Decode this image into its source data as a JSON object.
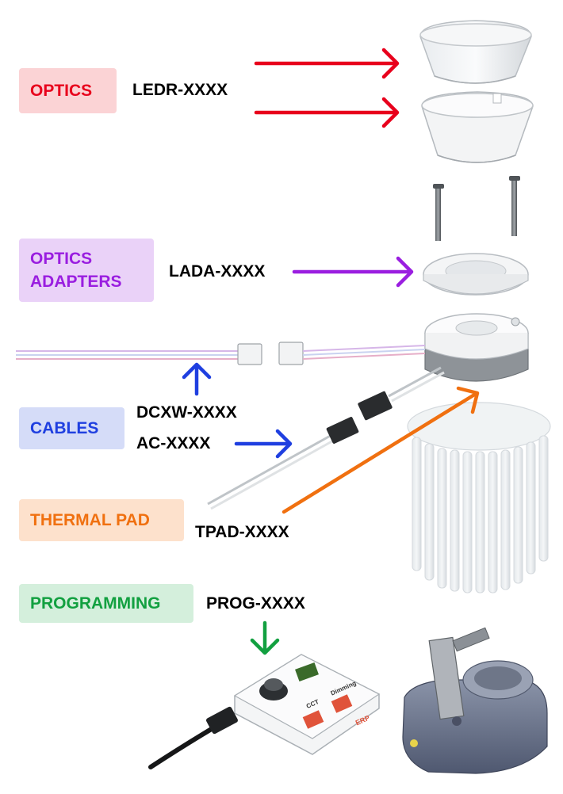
{
  "categories": [
    {
      "id": "optics",
      "label": "OPTICS",
      "color": "#e8001c",
      "bg": "#fbd3d5"
    },
    {
      "id": "optics_adapters",
      "label_line1": "OPTICS",
      "label_line2": "ADAPTERS",
      "color": "#9a1ee0",
      "bg": "#ead2f8"
    },
    {
      "id": "cables",
      "label": "CABLES",
      "color": "#1f3fe0",
      "bg": "#d5dcf8"
    },
    {
      "id": "thermal_pad",
      "label": "THERMAL PAD",
      "color": "#f07010",
      "bg": "#fde1cc"
    },
    {
      "id": "programming",
      "label": "PROGRAMMING",
      "color": "#12a040",
      "bg": "#d4efdc"
    }
  ],
  "part_numbers": {
    "optics": "LEDR-XXXX",
    "optics_adapters": "LADA-XXXX",
    "cables_dc": "DCXW-XXXX",
    "cables_ac": "AC-XXXX",
    "thermal_pad": "TPAD-XXXX",
    "programming": "PROG-XXXX"
  },
  "device_labels": {
    "cct": "CCT",
    "dimming": "Dimming",
    "brand": "ERP"
  }
}
